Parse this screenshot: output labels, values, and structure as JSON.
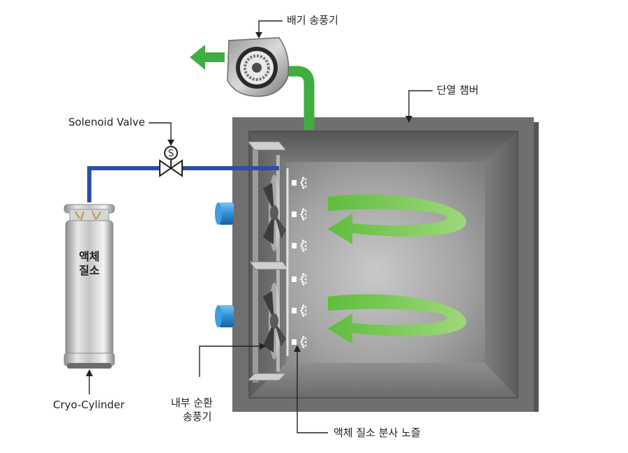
{
  "labels": {
    "exhaust_blower": "배기 송풍기",
    "insulated_chamber": "단열 챔버",
    "solenoid_valve": "Solenoid Valve",
    "valve_symbol": "S",
    "cylinder_text_line1": "액체",
    "cylinder_text_line2": "질소",
    "cryo_cylinder": "Cryo-Cylinder",
    "internal_fan_line1": "내부 순환",
    "internal_fan_line2": "송풍기",
    "spray_nozzle": "액체 질소 분사 노즐"
  },
  "colors": {
    "pipe_blue": "#2a4fa8",
    "duct_green": "#3fae3f",
    "flow_arrow_green": "#6cc24a",
    "chamber_outer": "#6e6e6e",
    "chamber_inner": "#8a8a8a",
    "port_blue": "#2e8fd6"
  }
}
